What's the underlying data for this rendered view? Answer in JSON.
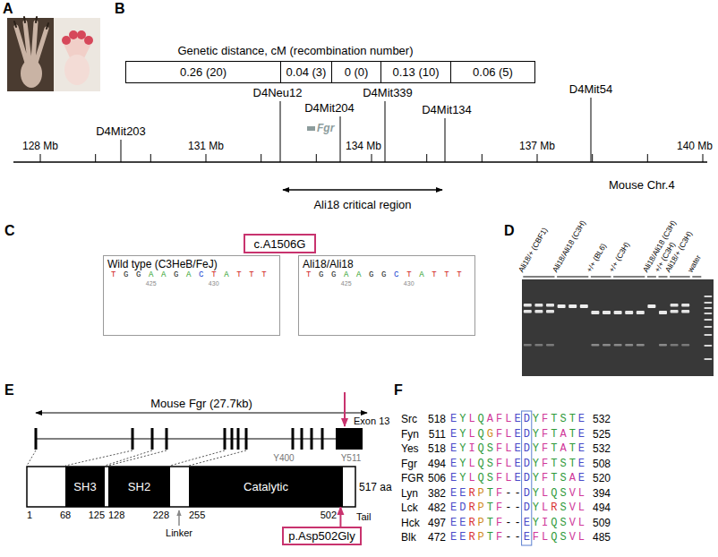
{
  "diagram": {
    "nodes": [
      {
        "text": [
          "0.26 (20)"
        ]
      },
      {
        "text": [
          "0.04 (3)"
        ]
      },
      {
        "text": [
          "0 (0)"
        ]
      },
      {
        "text": [
          "0.13 (10)"
        ]
      },
      {
        "text": [
          "0.06 (5)"
        ]
      },
      {
        "text": [
          "c.A1506G"
        ]
      },
      {
        "text": [
          "Wild type (C3HeB/FeJ)",
          "TGGAAGACTATTT",
          "425",
          "430"
        ]
      },
      {
        "text": [
          "Ali18/Ali18",
          "TGGAAGGCTATTT",
          "425",
          "430"
        ]
      },
      {
        "text": [
          "SH3"
        ]
      },
      {
        "text": [
          "SH2"
        ]
      },
      {
        "text": [
          "Catalytic"
        ]
      },
      {
        "text": [
          "p.Asp502Gly"
        ]
      }
    ],
    "edges": [
      {
        "from": 11,
        "to": 10,
        "arrow": "to"
      }
    ],
    "labels": [
      "A",
      "B",
      "Genetic distance, cM (recombination number)",
      "D4Mit203",
      "D4Neu12",
      "D4Mit204",
      "D4Mit339",
      "D4Mit134",
      "D4Mit54",
      "128 Mb",
      "131 Mb",
      "134 Mb",
      "137 Mb",
      "140 Mb",
      "Fgr",
      "Mouse Chr.4",
      "Ali18 critical region",
      "C",
      "D",
      "Ali18/+ (CBF1)",
      "Ali18/Ali18 (C3H)",
      "+/+ (BL6)",
      "+/+ (C3H)",
      "Ali18/Ali18 (C3H)",
      "+/+ (C3H)",
      "Ali18/+ (C3H)",
      "water",
      "E",
      "Mouse Fgr (27.7kb)",
      "Exon 13",
      "Y400",
      "Y511",
      "1",
      "68",
      "125",
      "128",
      "228",
      "255",
      "502",
      "517 aa",
      "Linker",
      "Tail",
      "F",
      "Src",
      "518",
      "EYLQAFLEDYFTSTE",
      "532",
      "Fyn",
      "511",
      "EYLQGFLEDYFTATE",
      "525",
      "Yes",
      "518",
      "EYIQSFLEDYFTATE",
      "532",
      "Fgr",
      "494",
      "EYLQSFLEDYFTSTE",
      "508",
      "FGR",
      "506",
      "EYLQSFLEDYFTSAE",
      "520",
      "Lyn",
      "382",
      "EERPTF--DYLQSVL",
      "394",
      "Lck",
      "482",
      "EDRPTF--DYLRSVL",
      "494",
      "Hck",
      "497",
      "EERPTF--EYIQSVL",
      "509",
      "Blk",
      "472",
      "EERPTF--EFLQSVL",
      "485"
    ]
  }
}
